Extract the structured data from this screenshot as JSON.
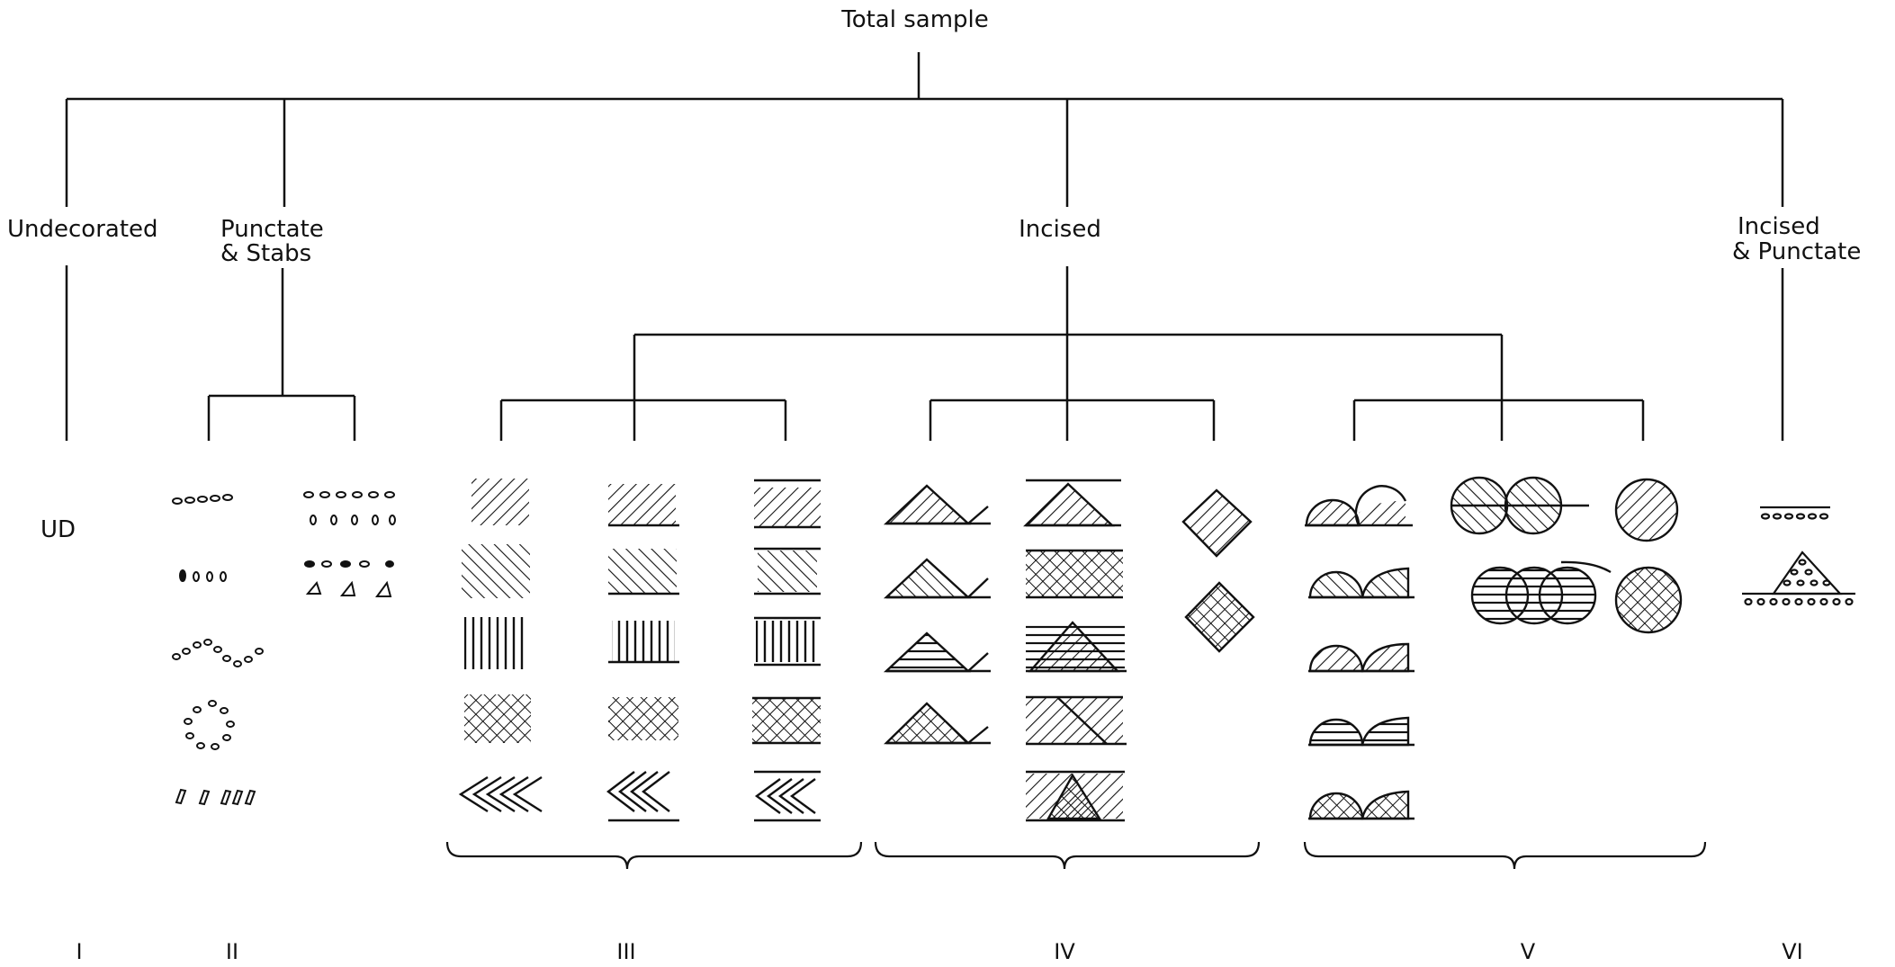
{
  "title": "Total sample",
  "categories": {
    "undecorated": "Undecorated",
    "punctate_line1": "Punctate",
    "punctate_line2": "& Stabs",
    "incised": "Incised",
    "incised_punctate_line1": "Incised",
    "incised_punctate_line2": "& Punctate"
  },
  "ud_label": "UD",
  "groups": [
    "I",
    "II",
    "III",
    "IV",
    "V",
    "VI"
  ],
  "colors": {
    "ink": "#111111",
    "background": "#ffffff"
  }
}
